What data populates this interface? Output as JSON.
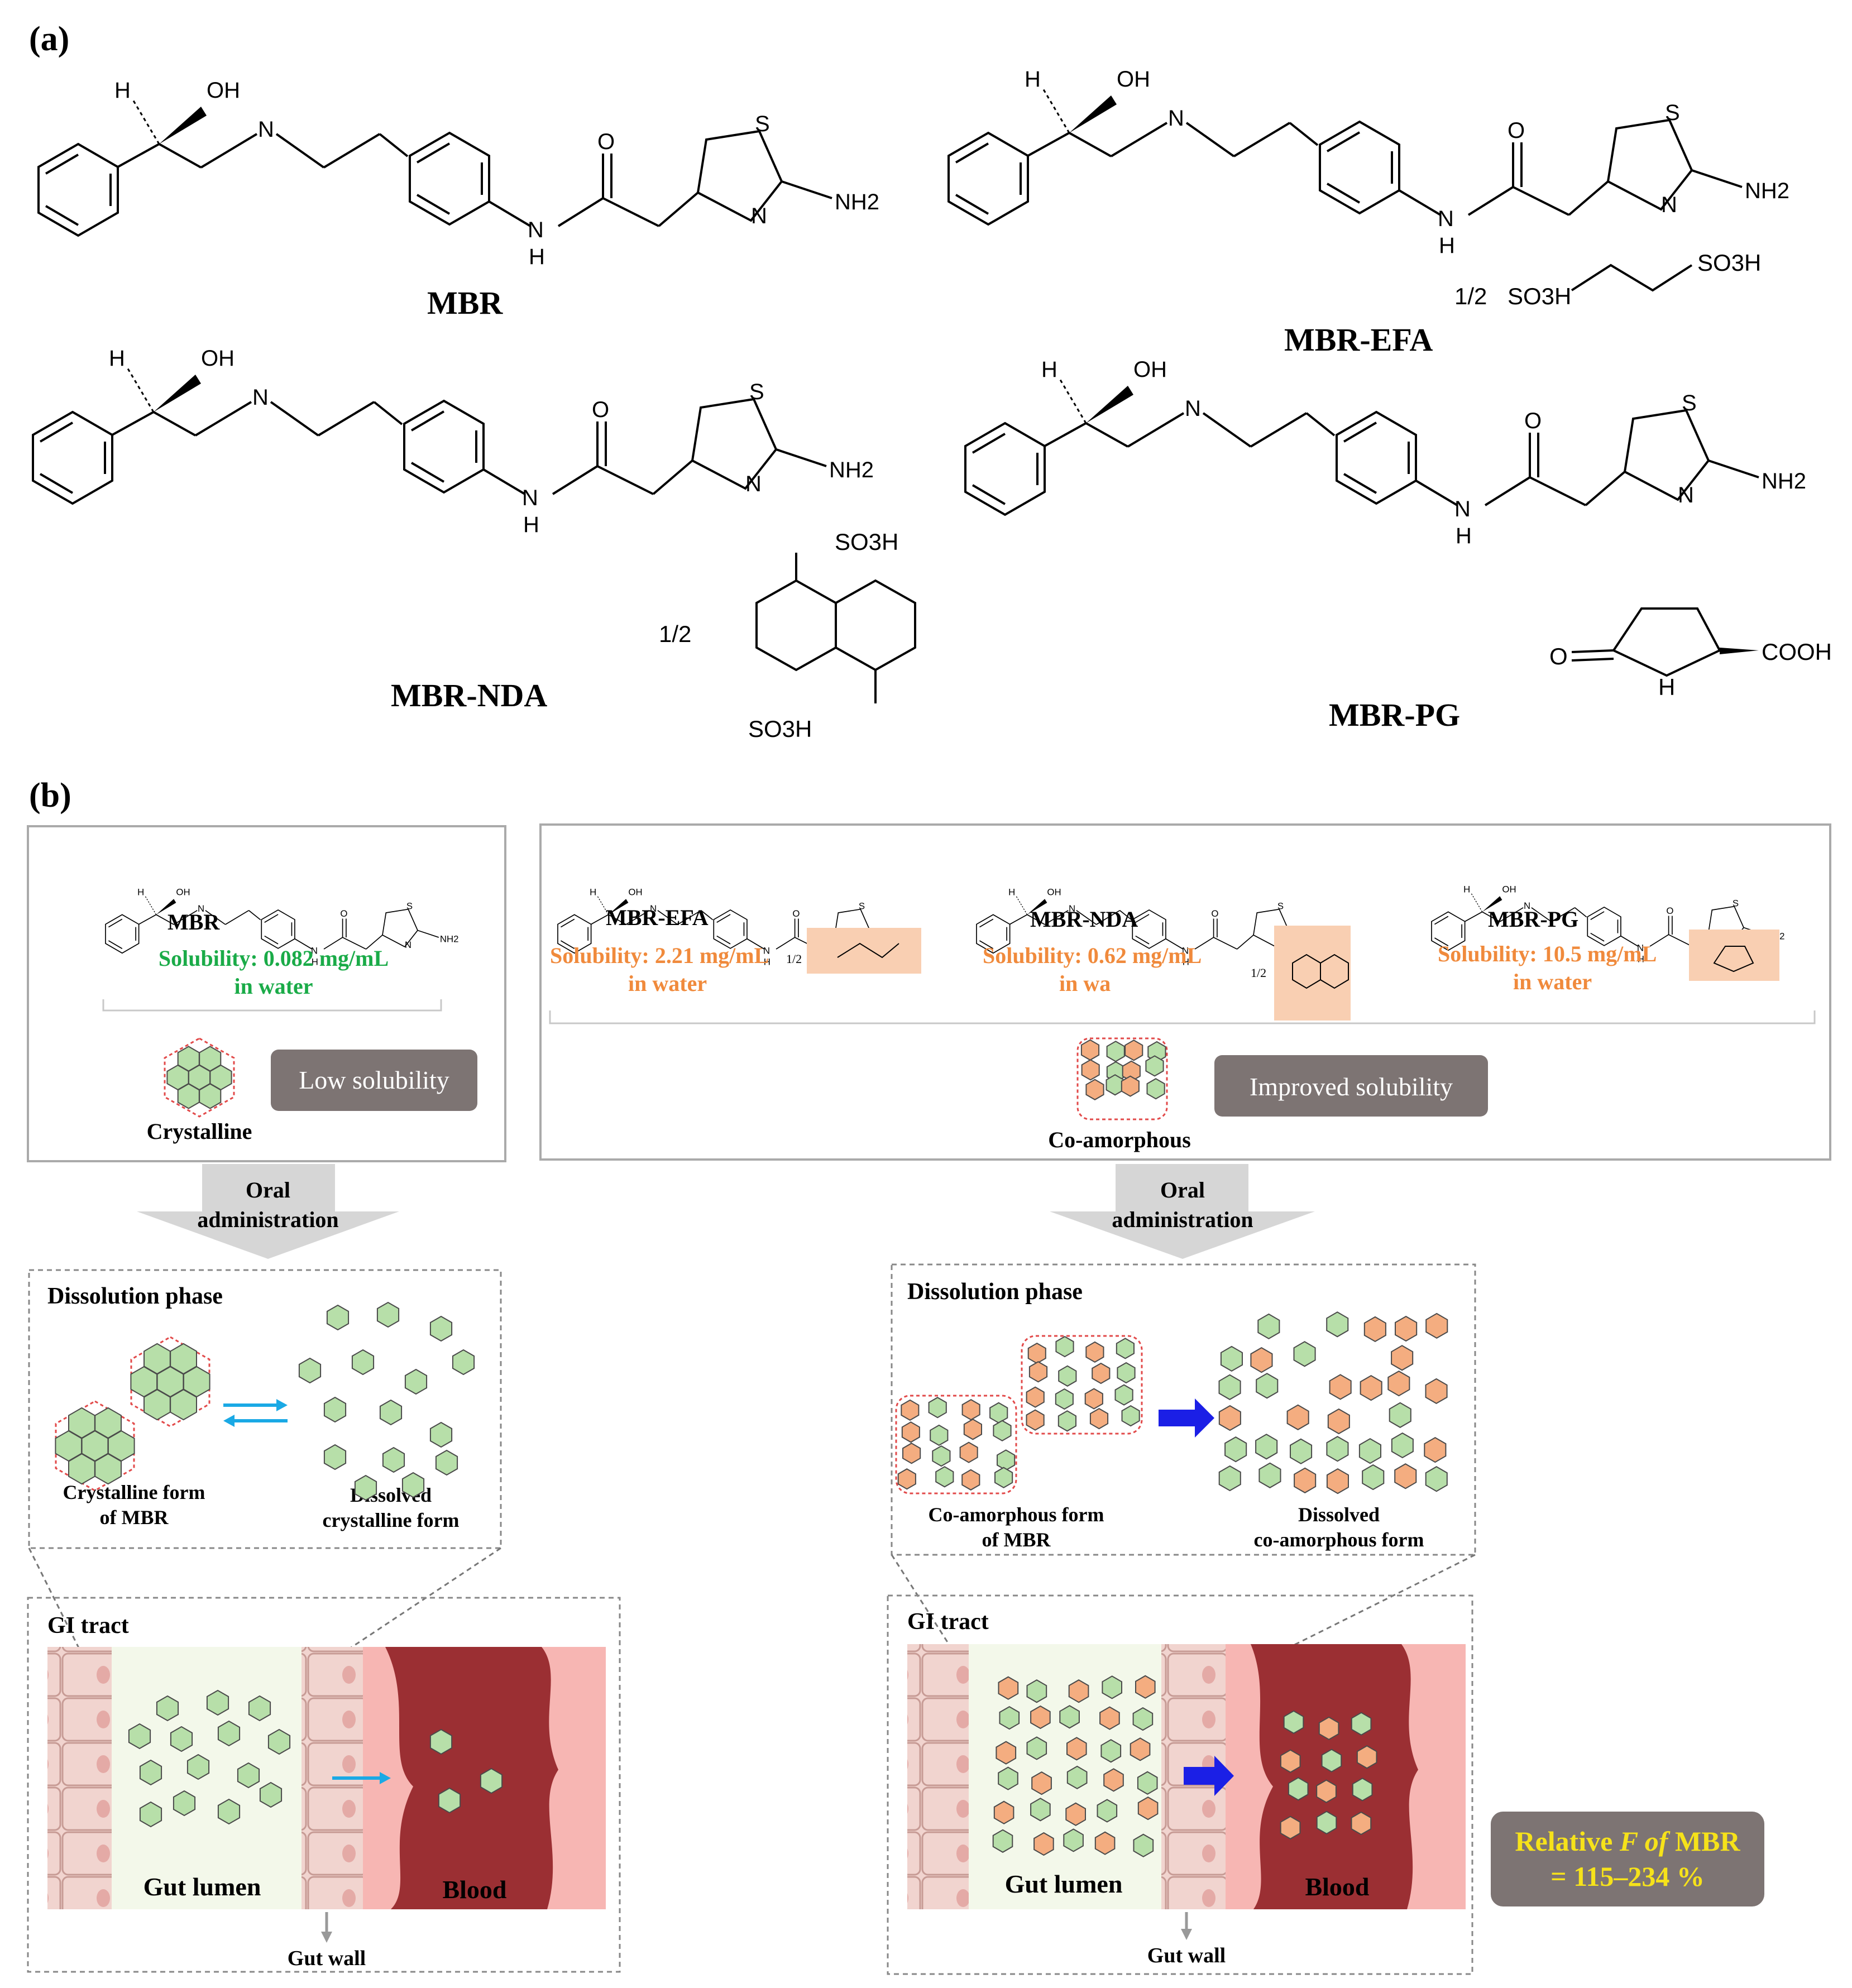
{
  "panel_a": {
    "label": "(a)",
    "molecules": [
      {
        "name": "MBR"
      },
      {
        "name": "MBR-EFA",
        "counter_prefix": "1/2",
        "counter_groups": [
          "SO3H",
          "SO3H"
        ]
      },
      {
        "name": "MBR-NDA",
        "counter_prefix": "1/2",
        "counter_groups": [
          "SO3H",
          "SO3H"
        ]
      },
      {
        "name": "MBR-PG",
        "counter_groups": [
          "O",
          "COOH",
          "H"
        ]
      }
    ],
    "atom_labels": {
      "H": "H",
      "OH": "OH",
      "N": "N",
      "NH": "H",
      "O": "O",
      "S": "S",
      "NH2": "NH2"
    }
  },
  "panel_b": {
    "label": "(b)",
    "left": {
      "molecule": "MBR",
      "solubility": "Solubility: 0.082 mg/mL",
      "solubility_unit": "in water",
      "form_label": "Crystalline",
      "badge": "Low solubility",
      "arrow_label_1": "Oral",
      "arrow_label_2": "administration",
      "dissolution_title": "Dissolution phase",
      "form_caption_1": "Crystalline form",
      "form_caption_2": "of MBR",
      "dissolved_caption_1": "Dissolved",
      "dissolved_caption_2": "crystalline form",
      "gi_title": "GI tract",
      "lumen_label": "Gut lumen",
      "blood_label": "Blood",
      "wall_label": "Gut wall"
    },
    "right": {
      "molecules": [
        {
          "name": "MBR-EFA",
          "solubility": "Solubility: 2.21 mg/mL",
          "unit": "in water",
          "prefix": "1/2"
        },
        {
          "name": "MBR-NDA",
          "solubility": "Solubility: 0.62 mg/mL",
          "unit": "in wa",
          "prefix": "1/2"
        },
        {
          "name": "MBR-PG",
          "solubility": "Solubility: 10.5 mg/mL",
          "unit": "in water",
          "prefix": ""
        }
      ],
      "form_label": "Co-amorphous",
      "badge": "Improved solubility",
      "arrow_label_1": "Oral",
      "arrow_label_2": "administration",
      "dissolution_title": "Dissolution phase",
      "form_caption_1": "Co-amorphous form",
      "form_caption_2": "of MBR",
      "dissolved_caption_1": "Dissolved",
      "dissolved_caption_2": "co-amorphous form",
      "gi_title": "GI tract",
      "lumen_label": "Gut lumen",
      "blood_label": "Blood",
      "wall_label": "Gut wall",
      "result_line_1a": "Relative ",
      "result_line_1b": "F of",
      "result_line_1c": " MBR",
      "result_line_2": "= 115–234 %"
    }
  },
  "colors": {
    "green_hex": "#b7dfa9",
    "orange_hex": "#f4ad80",
    "badge": "#7d7473",
    "solubility_green": "#1aab48",
    "solubility_orange": "#f08a3c",
    "result_text": "#f6e21a",
    "blood": "#9b2f33",
    "lumen": "#f3f8ea",
    "arrow_blue": "#1b1fe6",
    "cyan": "#1aa9e5"
  }
}
